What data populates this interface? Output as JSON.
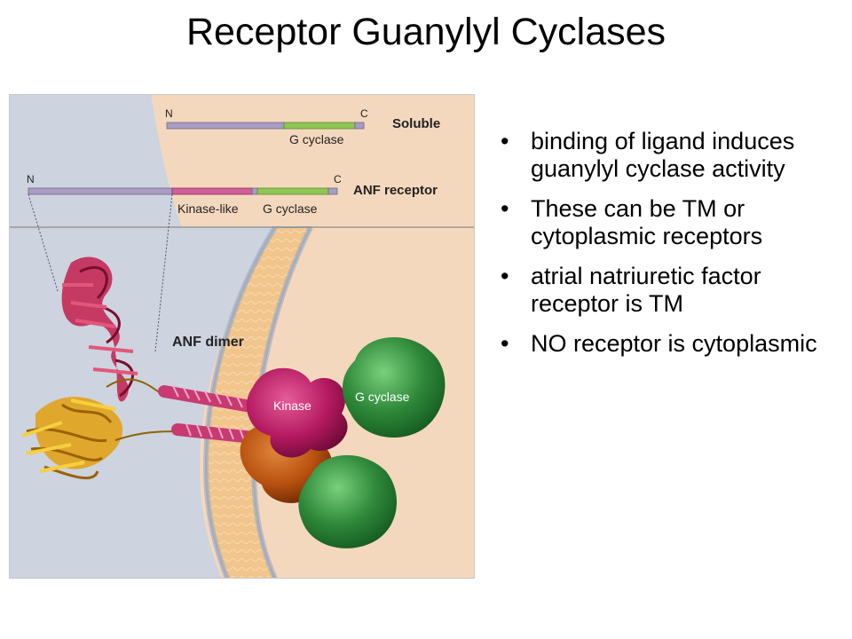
{
  "title": "Receptor Guanylyl Cyclases",
  "figure": {
    "soluble": {
      "n_label": "N",
      "c_label": "C",
      "domain_label": "G cyclase",
      "name": "Soluble"
    },
    "anf_receptor": {
      "n_label": "N",
      "c_label": "C",
      "kinase_label": "Kinase-like",
      "domain_label": "G cyclase",
      "name": "ANF receptor"
    },
    "anf_dimer_label": "ANF dimer",
    "kinase_label": "Kinase",
    "g_cyclase_label": "G cyclase",
    "colors": {
      "extracellular": "#cdd3df",
      "cytoplasm": "#f4d8bd",
      "membrane": "#f1c58c",
      "bar_lilac": "#a89cc2",
      "bar_green": "#8ec653",
      "bar_pink": "#d0609a",
      "kinase_magenta": "#b4195f",
      "cyclase_green": "#2f8a3a",
      "lower_orange": "#b8500f"
    }
  },
  "bullets": [
    "binding of ligand induces guanylyl cyclase activity",
    "These can be TM or cytoplasmic receptors",
    "atrial natriuretic factor receptor is TM",
    "NO receptor is cytoplasmic"
  ]
}
